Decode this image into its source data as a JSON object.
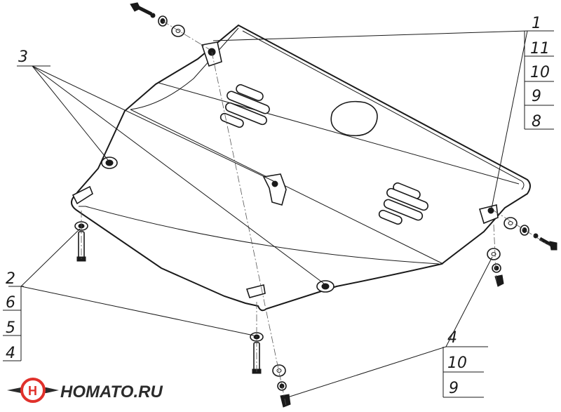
{
  "callouts": {
    "top_right": [
      "1",
      "11",
      "10",
      "9",
      "8"
    ],
    "left_upper": [
      "3"
    ],
    "left_lower": [
      "2",
      "6",
      "5",
      "4"
    ],
    "bottom_right": [
      "4",
      "10",
      "9"
    ]
  },
  "logo": {
    "text": "HOMATO.RU",
    "colors": {
      "red": "#e0312b",
      "dark": "#2b2b2b"
    }
  }
}
